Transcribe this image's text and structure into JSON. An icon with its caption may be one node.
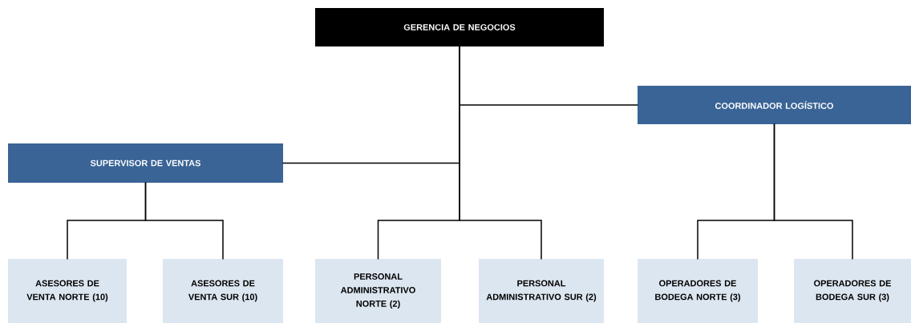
{
  "diagram": {
    "nodes": [
      {
        "text": [
          "GERENCIA DE NEGOCIOS"
        ]
      },
      {
        "text": [
          "COORDINADOR LOGÍSTICO"
        ]
      },
      {
        "text": [
          "SUPERVISOR DE VENTAS"
        ]
      },
      {
        "text": [
          "ASESORES DE VENTA NORTE (10)"
        ]
      },
      {
        "text": [
          "ASESORES DE VENTA SUR (10)"
        ]
      },
      {
        "text": [
          "PERSONAL ADMINISTRATIVO NORTE (2)"
        ]
      },
      {
        "text": [
          "PERSONAL ADMINISTRATIVO SUR (2)"
        ]
      },
      {
        "text": [
          "OPERADORES DE BODEGA NORTE (3)"
        ]
      },
      {
        "text": [
          "OPERADORES DE BODEGA SUR (3)"
        ]
      }
    ],
    "edges": [
      {
        "from": 0,
        "to": 1,
        "arrow": "none"
      },
      {
        "from": 0,
        "to": 2,
        "arrow": "none"
      },
      {
        "from": 0,
        "to": 5,
        "arrow": "none"
      },
      {
        "from": 0,
        "to": 6,
        "arrow": "none"
      },
      {
        "from": 2,
        "to": 3,
        "arrow": "none"
      },
      {
        "from": 2,
        "to": 4,
        "arrow": "none"
      },
      {
        "from": 1,
        "to": 7,
        "arrow": "none"
      },
      {
        "from": 1,
        "to": 8,
        "arrow": "none"
      }
    ]
  }
}
